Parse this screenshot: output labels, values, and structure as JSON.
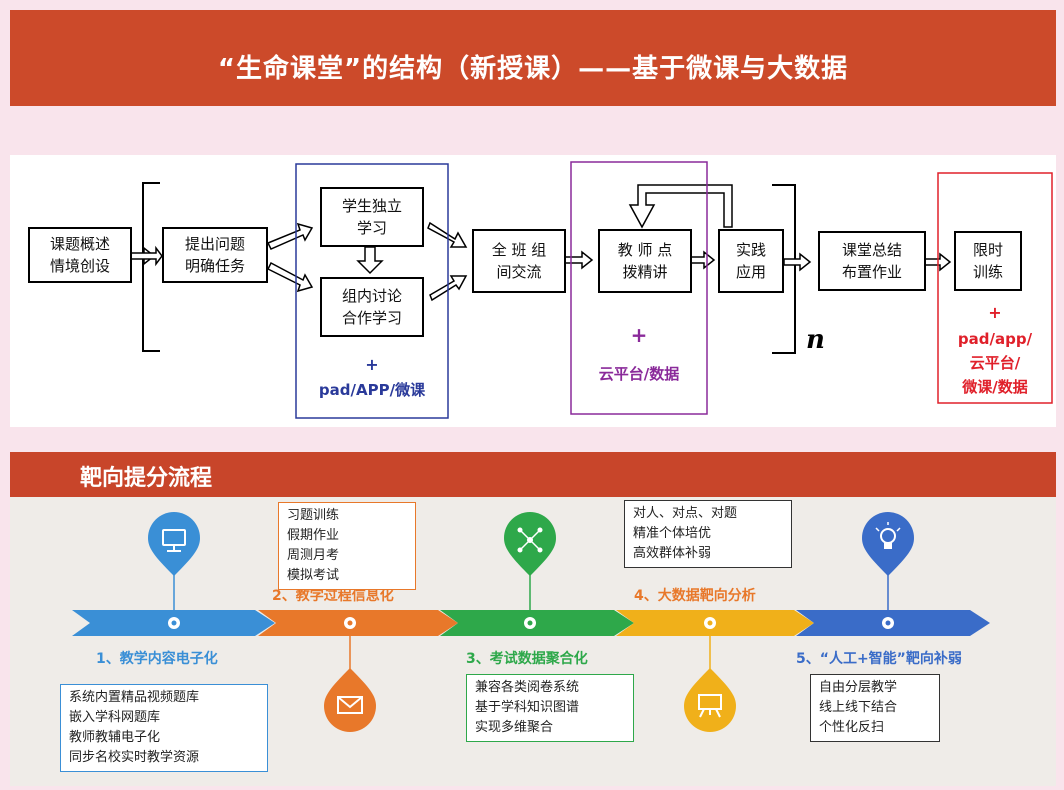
{
  "top": {
    "title": "“生命课堂”的结构（新授课）——基于微课与大数据"
  },
  "flow": {
    "boxes": [
      [
        "课题概述",
        "情境创设"
      ],
      [
        "提出问题",
        "明确任务"
      ],
      [
        "学生独立",
        "学习"
      ],
      [
        "组内讨论",
        "合作学习"
      ],
      [
        "全 班 组",
        "间交流"
      ],
      [
        "教 师 点",
        "拨精讲"
      ],
      [
        "实践",
        "应用"
      ],
      [
        "课堂总结",
        "布置作业"
      ],
      [
        "限时",
        "训练"
      ]
    ],
    "n_label": "n",
    "plus": "+",
    "group1_label": "pad/APP/微课",
    "group2_label": "云平台/数据",
    "group3_label": [
      "pad/app/",
      "云平台/",
      "微课/数据"
    ],
    "colors": {
      "blue": "#2a3a9a",
      "purple": "#8a2a9a",
      "red": "#e0202a"
    }
  },
  "bottom": {
    "title": "靶向提分流程",
    "stages": [
      {
        "label": "1、教学内容电子化",
        "color": "#3a8fd6",
        "icon": "monitor-icon",
        "items": [
          "系统内置精品视频题库",
          "嵌入学科网题库",
          "教师教辅电子化",
          "同步名校实时教学资源"
        ]
      },
      {
        "label": "2、教学过程信息化",
        "color": "#e8782a",
        "icon": "mail-icon",
        "items": [
          "习题训练",
          "假期作业",
          "周测月考",
          "模拟考试"
        ]
      },
      {
        "label": "3、考试数据聚合化",
        "color": "#2ea84a",
        "icon": "network-icon",
        "items": [
          "兼容各类阅卷系统",
          "基于学科知识图谱",
          "实现多维聚合"
        ]
      },
      {
        "label": "4、大数据靶向分析",
        "color": "#f0b01a",
        "icon": "presentation-icon",
        "items": [
          "对人、对点、对题",
          "精准个体培优",
          "高效群体补弱"
        ]
      },
      {
        "label": "5、“人工+智能”靶向补弱",
        "color": "#3a6cc8",
        "icon": "lightbulb-icon",
        "items": [
          "自由分层教学",
          "线上线下结合",
          "个性化反扫"
        ]
      }
    ]
  }
}
